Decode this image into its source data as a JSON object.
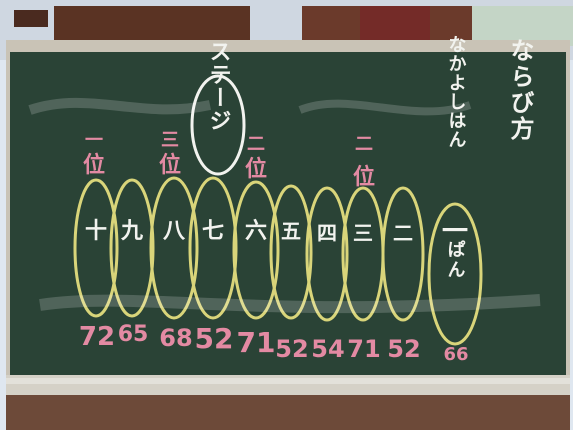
{
  "photo": {
    "subject": "chalkboard",
    "colors": {
      "board": "#2f4b3d",
      "frame": "#c9c3b6",
      "chalk_white": "#f2f3ef",
      "chalk_yellow": "#d9d57a",
      "chalk_pink": "#e38aa3",
      "wood": "#5a3323"
    }
  },
  "board": {
    "stage_label": "ステージ",
    "title_vertical": "ならび方",
    "subtitle_vertical": "なかよしはん",
    "rank_labels": [
      {
        "num": "一",
        "suffix": "位"
      },
      {
        "num": "三",
        "suffix": "位"
      },
      {
        "num": "二",
        "suffix": "位"
      },
      {
        "num": "二",
        "suffix": "位"
      }
    ],
    "circle_labels": [
      "十",
      "九",
      "八",
      "七",
      "六",
      "五",
      "四",
      "三",
      "二",
      "一"
    ],
    "pan_label": "ぱん",
    "scores": [
      "72",
      "65",
      "68",
      "52",
      "71",
      "52",
      "54",
      "71",
      "52",
      "66"
    ]
  }
}
